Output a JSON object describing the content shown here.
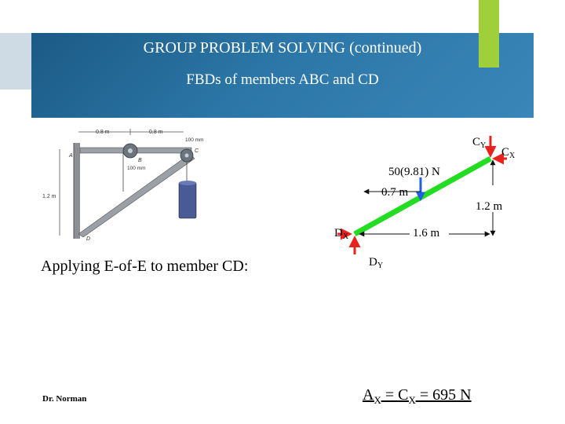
{
  "slide": {
    "title": "GROUP PROBLEM SOLVING (continued)",
    "subtitle": "FBDs of members ABC and CD",
    "applying_text": "Applying E-of-E to member CD:",
    "author": "Dr. Norman",
    "answer": {
      "a": "A",
      "a_sub": "X",
      "eq1": " = C",
      "c_sub": "X",
      "eq2": " = 695 N"
    }
  },
  "figure": {
    "dim_top_left": "0.8 m",
    "dim_top_right": "0.8 m",
    "dim_right": "100 mm",
    "label_a": "A",
    "label_b": "B",
    "label_c": "C",
    "label_d": "D",
    "pulley_dim": "100 mm",
    "dim_height": "1.2 m"
  },
  "fbd": {
    "cy_main": "C",
    "cy_sub": "Y",
    "cx_main": "C",
    "cx_sub": "X",
    "load": "50(9.81) N",
    "dist_07": "0.7 m",
    "dist_12": "1.2 m",
    "dist_16": "1.6 m",
    "dx_main": "D",
    "dx_sub": "X",
    "dy_main": "D",
    "dy_sub": "Y"
  },
  "colors": {
    "member": "#22dd22",
    "reaction": "#e8231e",
    "load": "#2060e0",
    "banner": "#2b76a6",
    "accent_tab": "#9fcf3a"
  }
}
